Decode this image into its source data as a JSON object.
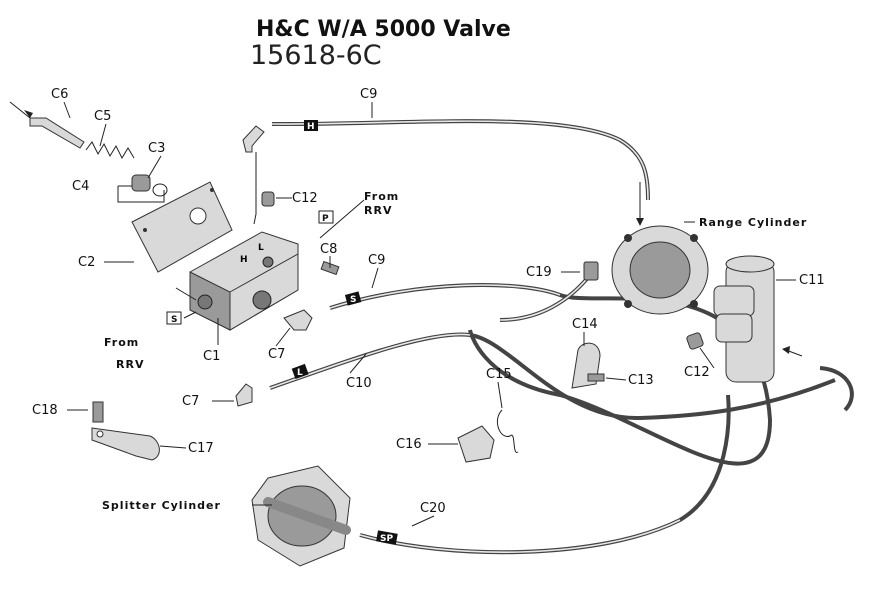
{
  "title": "H&C W/A 5000 Valve",
  "subtitle": "15618-6C",
  "labels": {
    "c6": "C6",
    "c5": "C5",
    "c3": "C3",
    "c4": "C4",
    "c2": "C2",
    "c1": "C1",
    "c7a": "C7",
    "c7b": "C7",
    "c8": "C8",
    "c9a": "C9",
    "c9b": "C9",
    "c10": "C10",
    "c11": "C11",
    "c12a": "C12",
    "c12b": "C12",
    "c13": "C13",
    "c14": "C14",
    "c15": "C15",
    "c16": "C16",
    "c17": "C17",
    "c18": "C18",
    "c19": "C19",
    "c20": "C20"
  },
  "tags": {
    "p": "P",
    "s1": "S",
    "h": "H",
    "s2": "S",
    "l": "L",
    "sp": "SP"
  },
  "annotations": {
    "from_rrv_top_1": "From",
    "from_rrv_top_2": "RRV",
    "from_rrv_left_1": "From",
    "from_rrv_left_2": "RRV",
    "range_cylinder": "Range Cylinder",
    "splitter_cylinder": "Splitter Cylinder",
    "port_h": "H",
    "port_l": "L"
  }
}
